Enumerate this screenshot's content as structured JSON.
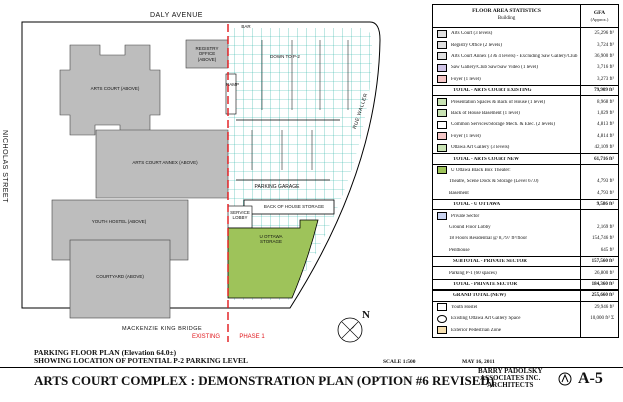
{
  "streets": {
    "daly": "DALY AVENUE",
    "nicholas": "NICHOLAS STREET",
    "waller": "RUE WALLER",
    "mackenzie": "MACKENZIE KING BRIDGE"
  },
  "buildings": {
    "registry": "REGISTRY OFFICE (ABOVE)",
    "arts_court": "ARTS COURT (ABOVE)",
    "annex": "ARTS COURT ANNEX (ABOVE)",
    "youth": "YOUTH HOSTEL (ABOVE)",
    "courtyard": "COURTYARD (ABOVE)",
    "garage": "PARKING GARAGE",
    "service_lobby": "SERVICE LOBBY",
    "boh_storage": "BACK OF HOUSE STORAGE",
    "uottawa": "U OTTAWA STORAGE",
    "down_to_p2": "DOWN TO P-2",
    "ramp": "RAMP",
    "bar": "BAR"
  },
  "phase_labels": {
    "existing": "EXISTING",
    "phase1": "PHASE 1"
  },
  "north_label": "N",
  "table": {
    "title": "FLOOR AREA STATISTICS",
    "subtitle": "Building",
    "gfa_header": "GFA",
    "gfa_sub": "(Approx.)",
    "rows": [
      {
        "swatch": "#dedede",
        "name": "Arts Court (3 levels)",
        "gfa": "25,296 ft²"
      },
      {
        "swatch": "#dedede",
        "name": "Registry Office (2 levels)",
        "gfa": "3,724 ft²"
      },
      {
        "swatch": "#dedede",
        "name": "Arts Court Annex (3 & 4 levels) - Excluding Saw Gallery/Club Saw/Saw Video/Foyer",
        "gfa": "36,900 ft²"
      },
      {
        "swatch": "#cfc3e6",
        "name": "Saw Gallery/Club Saw/Saw Video (1 level)",
        "gfa": "3,716 ft²"
      },
      {
        "swatch": "#f4c6c6",
        "name": "Foyer (1 level)",
        "gfa": "3,273 ft²"
      },
      {
        "total": true,
        "name": "TOTAL - ARTS COURT EXISTING",
        "gfa": "79,909 ft²"
      },
      {
        "swatch": "#c9e3b4",
        "name": "Presentation Spaces & Back of House (1 level)",
        "gfa": "8,968 ft²"
      },
      {
        "swatch": "#c9e3b4",
        "name": "Back of House Basement (1 level)",
        "gfa": "1,029 ft²"
      },
      {
        "swatch": "#ffffff",
        "name": "Common Services/Storage Mech. & Elec. (2 levels)",
        "gfa": "4,813 ft²"
      },
      {
        "swatch": "#f4c6c6",
        "name": "Foyer (1 level)",
        "gfa": "4,814 ft²"
      },
      {
        "swatch": "#c9e3b4",
        "name": "Ottawa Art Gallery (3 levels)",
        "gfa": "42,109 ft²"
      },
      {
        "total": true,
        "name": "TOTAL - ARTS COURT NEW",
        "gfa": "61,716 ft²"
      },
      {
        "swatch": "#9ec35a",
        "name": "U Ottawa Black Box Theater:",
        "gfa": ""
      },
      {
        "swatch": "",
        "name": "Theatre, Scene Dock & Storage (Level 67.0)",
        "gfa": "4,793 ft²"
      },
      {
        "swatch": "",
        "name": "Basement",
        "gfa": "4,793 ft²"
      },
      {
        "total": true,
        "name": "TOTAL - U OTTAWA",
        "gfa": "9,586 ft²"
      },
      {
        "swatch": "#c9d3f0",
        "name": "Private Sector",
        "gfa": ""
      },
      {
        "swatch": "",
        "name": "Ground Floor Lobby",
        "gfa": "2,169 ft²"
      },
      {
        "swatch": "",
        "name": "18 Floors Residential @ 8,797 ft²/floor",
        "gfa": "154,746 ft²"
      },
      {
        "swatch": "",
        "name": "Penthouse",
        "gfa": "645 ft²"
      },
      {
        "total": true,
        "name": "SUBTOTAL - PRIVATE SECTOR",
        "gfa": "157,560 ft²"
      },
      {
        "swatch": "",
        "name": "Parking P-1 (60 spaces)",
        "gfa": "26,800 ft²"
      },
      {
        "total": true,
        "name": "TOTAL - PRIVATE SECTOR",
        "gfa": "184,360 ft²"
      },
      {
        "total": true,
        "name": "GRAND TOTAL (NEW)",
        "gfa": "255,660 ft²"
      },
      {
        "swatch": "#ffffff",
        "name": "Youth Hostel",
        "gfa": "29,946 ft²"
      },
      {
        "swatch": "circle",
        "name": "Existing Ottawa Art Gallery Space",
        "gfa": "10,000 ft² Σ"
      },
      {
        "swatch": "#f5dfb0",
        "name": "Exterior Pedestrian Zone",
        "gfa": ""
      }
    ]
  },
  "title_block": {
    "line1": "PARKING FLOOR PLAN (Elevation 64.0±)",
    "line2": "SHOWING LOCATION OF POTENTIAL P-2 PARKING LEVEL",
    "main": "ARTS COURT COMPLEX : DEMONSTRATION PLAN (OPTION #6 REVISED)",
    "scale": "SCALE 1:500",
    "date": "MAY 16, 2011",
    "firm_line1": "BARRY PADOLSKY",
    "firm_line2": "ASSOCIATES INC.",
    "firm_line3": "ARCHITECTS",
    "sheet": "A-5"
  }
}
